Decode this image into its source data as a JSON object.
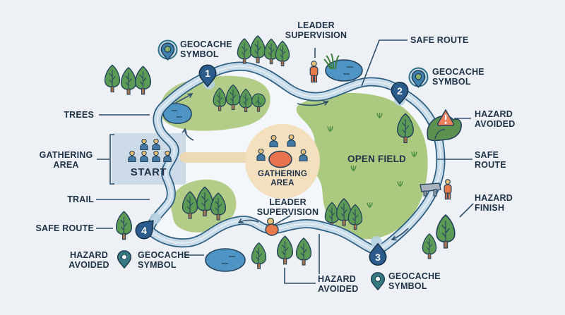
{
  "colors": {
    "background": "#edf1f6",
    "trail_fill": "#c9dcea",
    "trail_outline": "#2e5f82",
    "field_green": "#abc97f",
    "blob_green": "#b3cd89",
    "tree_green": "#5b9b55",
    "pond_blue": "#4e94c4",
    "tan_circle": "#f4dfbe",
    "orange_figure": "#e8794a",
    "table_orange": "#e8724e",
    "marker_blue": "#2b5c8c",
    "label_navy": "#1f3147",
    "hazard_orange": "#e9805b",
    "geocache_teal": "#377a80",
    "start_box": "#cddbe9"
  },
  "map": {
    "start": "START",
    "open_field": "OPEN FIELD",
    "gathering": {
      "line1": "GATHERING",
      "line2": "AREA"
    }
  },
  "waypoints": [
    {
      "number": "1"
    },
    {
      "number": "2"
    },
    {
      "number": "3"
    },
    {
      "number": "4"
    }
  ],
  "callouts": {
    "geocache_top_left": {
      "line1": "GEOCACHE",
      "line2": "SYMBOL"
    },
    "leader_supervision_top": {
      "line1": "LEADER",
      "line2": "SUPERVISION"
    },
    "safe_route_top": {
      "line1": "SAFE ROUTE"
    },
    "geocache_right": {
      "line1": "GEOCACHE",
      "line2": "SYMBOL"
    },
    "hazard_avoided_right": {
      "line1": "HAZARD",
      "line2": "AVOIDED"
    },
    "safe_route_right": {
      "line1": "SAFE",
      "line2": "ROUTE"
    },
    "hazard_finish_right": {
      "line1": "HAZARD",
      "line2": "FINISH"
    },
    "trees_left": {
      "line1": "TREES"
    },
    "gathering_area_left": {
      "line1": "GATHERING",
      "line2": "AREA"
    },
    "trail_left": {
      "line1": "TRAIL"
    },
    "safe_route_left": {
      "line1": "SAFE ROUTE"
    },
    "hazard_avoided_bottom_left": {
      "line1": "HAZARD",
      "line2": "AVOIDED"
    },
    "geocache_bottom_left": {
      "line1": "GEOCACHE",
      "line2": "SYMBOL"
    },
    "leader_supervision_bottom": {
      "line1": "LEADER",
      "line2": "SUPERVISION"
    },
    "hazard_avoided_bottom_center": {
      "line1": "HAZARD",
      "line2": "AVOIDED"
    },
    "geocache_bottom_right": {
      "line1": "GEOCACHE",
      "line2": "SYMBOL"
    }
  }
}
